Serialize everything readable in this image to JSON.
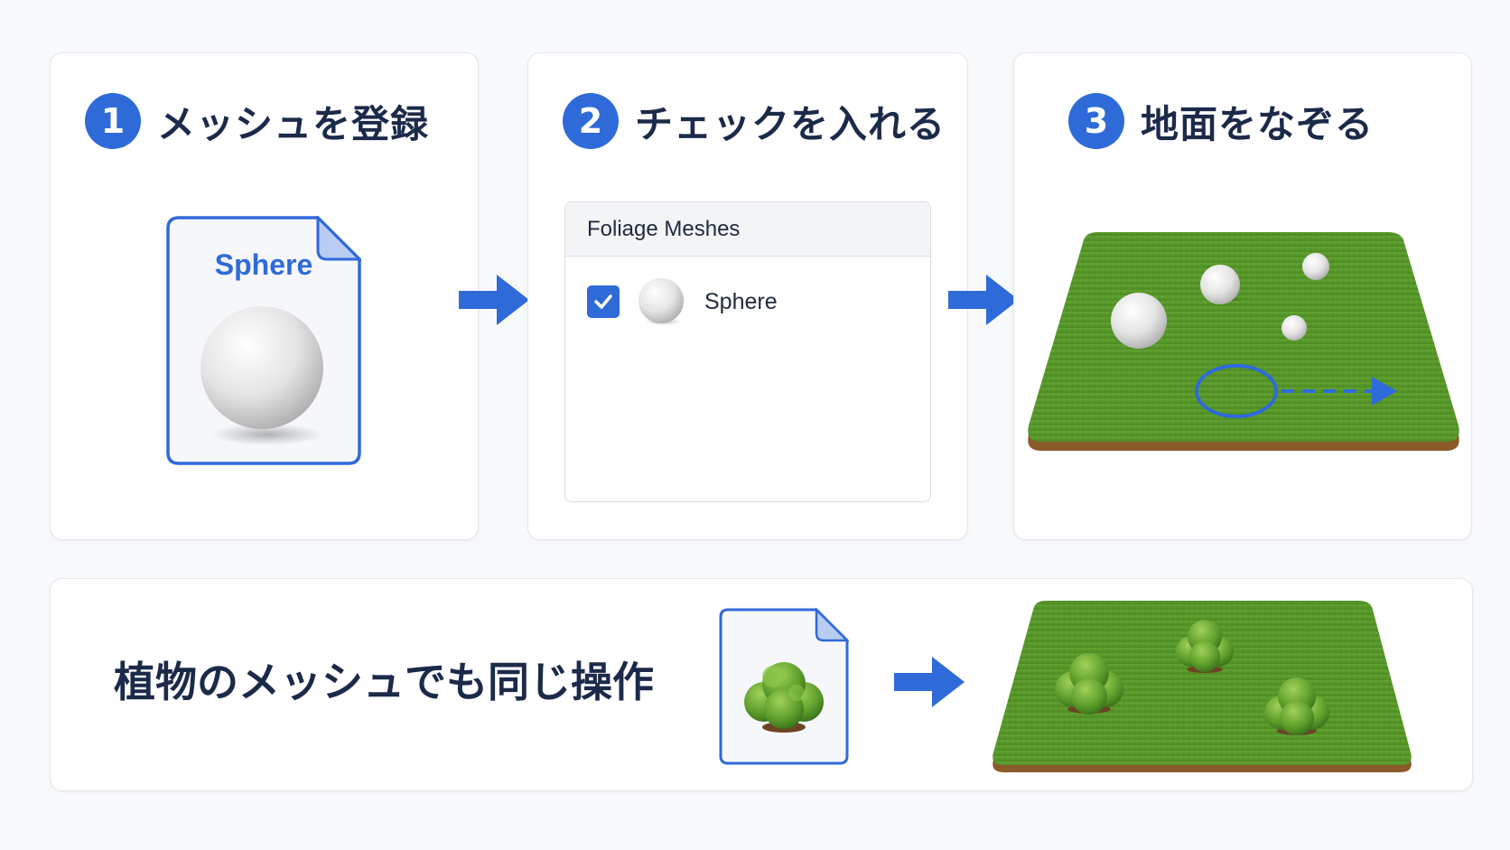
{
  "steps": [
    {
      "number": "1",
      "title": "メッシュを登録",
      "file_label": "Sphere"
    },
    {
      "number": "2",
      "title": "チェックを入れる",
      "panel": {
        "header": "Foliage Meshes",
        "items": [
          {
            "label": "Sphere",
            "checked": true
          }
        ]
      }
    },
    {
      "number": "3",
      "title": "地面をなぞる"
    }
  ],
  "bottom": {
    "title": "植物のメッシュでも同じ操作"
  },
  "colors": {
    "accent": "#2f6ad9",
    "grass": "#5b9a2c",
    "title_text": "#1c2a4a"
  },
  "icons": [
    "file-icon",
    "sphere-icon",
    "checkbox-checked-icon",
    "arrow-right-icon",
    "brush-circle-icon",
    "bush-icon"
  ]
}
